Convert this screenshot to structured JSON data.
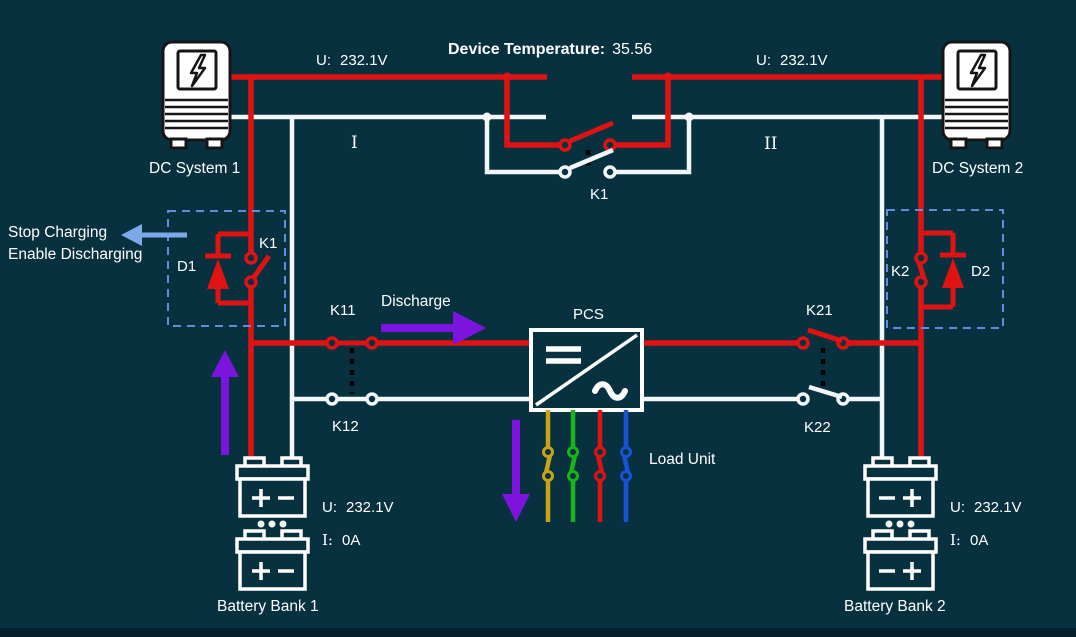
{
  "colors": {
    "background": "#083140",
    "footer_strip": "#04202c",
    "red": "#e11212",
    "wire": "#f2f6f7",
    "purple": "#7d14dd",
    "arrow_blue": "#7ea9e8",
    "box_outline": "#5f8ede",
    "yellow": "#c9a21a",
    "green": "#16b616",
    "load_blue": "#1653d8"
  },
  "header": {
    "device_temperature_label": "Device Temperature:",
    "device_temperature_value": "35.56"
  },
  "dc_system_1": {
    "label": "DC System 1",
    "voltage_label": "U:",
    "voltage_value": "232.1V"
  },
  "dc_system_2": {
    "label": "DC System 2",
    "voltage_label": "U:",
    "voltage_value": "232.1V"
  },
  "bus": {
    "section_1": "I",
    "section_2": "II",
    "tie_switch": "K1"
  },
  "charge_control_left": {
    "note_line1": "Stop Charging",
    "note_line2": "Enable Discharging",
    "diode": "D1",
    "switch": "K1"
  },
  "charge_control_right": {
    "switch": "K2",
    "diode": "D2"
  },
  "switches": {
    "k11": "K11",
    "k12": "K12",
    "k21": "K21",
    "k22": "K22"
  },
  "pcs": {
    "label": "PCS"
  },
  "load": {
    "label": "Load Unit"
  },
  "flow": {
    "discharge": "Discharge"
  },
  "battery_bank_1": {
    "label": "Battery Bank 1",
    "voltage_label": "U:",
    "voltage_value": "232.1V",
    "current_label": "I:",
    "current_value": "0A"
  },
  "battery_bank_2": {
    "label": "Battery Bank 2",
    "voltage_label": "U:",
    "voltage_value": "232.1V",
    "current_label": "I:",
    "current_value": "0A"
  }
}
